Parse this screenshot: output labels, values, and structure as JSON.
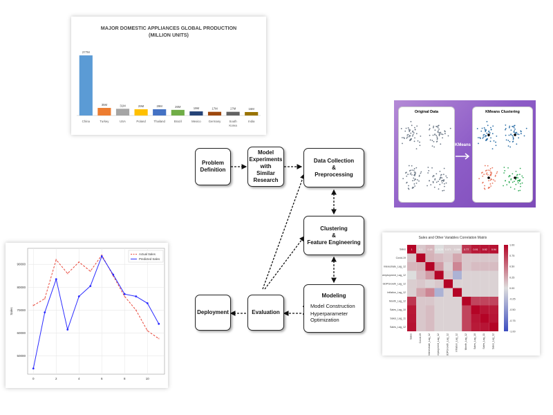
{
  "bar_chart": {
    "title_line1": "MAJOR DOMESTIC APPLIANCES GLOBAL PRODUCTION",
    "title_line2": "(MILLION UNITS)"
  },
  "chart_data": [
    {
      "type": "bar",
      "title": "MAJOR DOMESTIC APPLIANCES GLOBAL PRODUCTION (MILLION UNITS)",
      "categories": [
        "China",
        "Turkey",
        "USA",
        "Poland",
        "Thailand",
        "Brazil",
        "Mexico",
        "Germany",
        "South Korea",
        "India"
      ],
      "values": [
        277,
        35,
        31,
        29,
        29,
        26,
        19,
        17,
        17,
        16
      ],
      "data_labels": [
        "277M",
        "35M",
        "31M",
        "29M",
        "29M",
        "26M",
        "19M",
        "17M",
        "17M",
        "16M"
      ],
      "colors": [
        "#5b9bd5",
        "#ed7d31",
        "#a5a5a5",
        "#ffc000",
        "#4472c4",
        "#70ad47",
        "#264478",
        "#9e480e",
        "#636363",
        "#997300"
      ],
      "ylim": [
        0,
        290
      ]
    },
    {
      "type": "line",
      "x": [
        0,
        1,
        2,
        3,
        4,
        5,
        6,
        7,
        8,
        9,
        10,
        11
      ],
      "series": [
        {
          "name": "Actual Sales",
          "values": [
            72000,
            75000,
            92000,
            86000,
            91000,
            87000,
            94000,
            85000,
            76000,
            70000,
            61000,
            57500
          ],
          "color": "#e8473a",
          "style": "dashed"
        },
        {
          "name": "Predicted Sales",
          "values": [
            44500,
            69000,
            83500,
            61500,
            76000,
            80500,
            93500,
            85500,
            77000,
            76000,
            73000,
            64000
          ],
          "color": "#2a2aff",
          "style": "solid"
        }
      ],
      "ylabel": "Sales",
      "xticks": [
        "0",
        "2",
        "4",
        "6",
        "8",
        "10"
      ],
      "yticks": [
        "50000",
        "60000",
        "70000",
        "80000",
        "90000"
      ],
      "ylim": [
        42000,
        97000
      ],
      "xlim": [
        -0.5,
        11.5
      ],
      "legend": "top-right",
      "grid": true
    },
    {
      "type": "heatmap",
      "title": "Sales and Other Variables Correlation Matrix",
      "row_labels": [
        "Sales",
        "Covid-19",
        "Interestrate_Lag_12",
        "Unemployment_Lag_12",
        "GDPGrowth_Lag_12",
        "Inflation_Lag_12",
        "Month_Lag_12",
        "Sales_Lag_10",
        "Sales_Lag_11",
        "Sales_Lag_12"
      ],
      "col_labels": [
        "Sales",
        "Covid-19",
        "Interestrate_Lag_12",
        "Unemployment_Lag_12",
        "GDPGrowth_Lag_12",
        "Inflation_Lag_12",
        "Month_Lag_12",
        "Sales_Lag_10",
        "Sales_Lag_11",
        "Sales_Lag_12"
      ],
      "first_row_labels": [
        "1",
        "0.1",
        "0.18",
        "-0.0029",
        "0.071",
        "0.066",
        "0.77",
        "0.91",
        "0.92",
        "0.94"
      ],
      "values": [
        [
          1.0,
          0.1,
          0.18,
          -0.003,
          0.071,
          0.066,
          0.77,
          0.91,
          0.92,
          0.94
        ],
        [
          0.1,
          1.0,
          0.2,
          0.15,
          0.1,
          0.25,
          0.1,
          0.1,
          0.1,
          0.1
        ],
        [
          0.18,
          0.2,
          1.0,
          0.3,
          0.05,
          0.4,
          0.1,
          0.15,
          0.15,
          0.15
        ],
        [
          -0.003,
          0.15,
          0.3,
          1.0,
          0.1,
          -0.3,
          0.05,
          0.05,
          0.05,
          0.05
        ],
        [
          0.071,
          0.1,
          0.05,
          0.1,
          1.0,
          0.05,
          0.05,
          0.05,
          0.05,
          0.05
        ],
        [
          0.066,
          0.25,
          0.4,
          -0.3,
          0.05,
          1.0,
          0.05,
          0.05,
          0.05,
          0.05
        ],
        [
          0.77,
          0.1,
          0.1,
          0.05,
          0.05,
          0.05,
          1.0,
          0.7,
          0.7,
          0.7
        ],
        [
          0.91,
          0.1,
          0.15,
          0.05,
          0.05,
          0.05,
          0.7,
          1.0,
          0.92,
          0.9
        ],
        [
          0.92,
          0.1,
          0.15,
          0.05,
          0.05,
          0.05,
          0.7,
          0.92,
          1.0,
          0.92
        ],
        [
          0.94,
          0.1,
          0.15,
          0.05,
          0.05,
          0.05,
          0.7,
          0.9,
          0.92,
          1.0
        ]
      ],
      "colorbar_ticks": [
        "1.00",
        "0.75",
        "0.50",
        "0.25",
        "0.00",
        "-0.25",
        "-0.50",
        "-0.75",
        "-1.00"
      ],
      "vmin": -1,
      "vmax": 1
    }
  ],
  "kmeans": {
    "left_title": "Original Data",
    "right_title": "KMeans Clustering",
    "arrow_label": "KMeans"
  },
  "flow": {
    "problem": "Problem\nDefinition",
    "model_exp": "Model\nExperiments\nwith\nSimilar\nResearch",
    "data_collection": "Data Collection\n&\nPreprocessing",
    "clustering": "Clustering\n&\nFeature Engineering",
    "modeling": "Modeling",
    "modeling_bullets": [
      "Model Construction",
      "Hyperparameter Optimization"
    ],
    "evaluation": "Evaluation",
    "deployment": "Deployment"
  }
}
